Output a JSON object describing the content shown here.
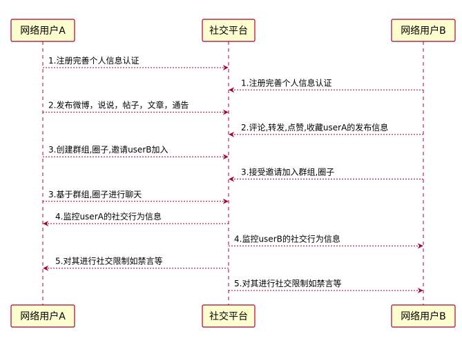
{
  "participants": [
    {
      "id": "A",
      "label": "网络用户A"
    },
    {
      "id": "P",
      "label": "社交平台"
    },
    {
      "id": "B",
      "label": "网络用户B"
    }
  ],
  "messages": [
    {
      "from": "A",
      "to": "P",
      "label": "1.注册完善个人信息认证"
    },
    {
      "from": "B",
      "to": "P",
      "label": "1.注册完善个人信息认证"
    },
    {
      "from": "A",
      "to": "P",
      "label": "2.发布微博，说说，帖子，文章，通告"
    },
    {
      "from": "B",
      "to": "P",
      "label": "2.评论,转发,点赞,收藏userA的发布信息"
    },
    {
      "from": "A",
      "to": "P",
      "label": "3.创建群组,圈子,邀请userB加入"
    },
    {
      "from": "B",
      "to": "P",
      "label": "3.接受邀请加入群组,圈子"
    },
    {
      "from": "A",
      "to": "P",
      "label": "3.基于群组,圈子进行聊天"
    },
    {
      "from": "P",
      "to": "A",
      "label": "4.监控userA的社交行为信息"
    },
    {
      "from": "P",
      "to": "B",
      "label": "4.监控userB的社交行为信息"
    },
    {
      "from": "P",
      "to": "A",
      "label": "5.对其进行社交限制如禁言等"
    },
    {
      "from": "P",
      "to": "B",
      "label": "5.对其进行社交限制如禁言等"
    }
  ],
  "colors": {
    "box_fill": "#fefece",
    "border": "#a80036"
  }
}
